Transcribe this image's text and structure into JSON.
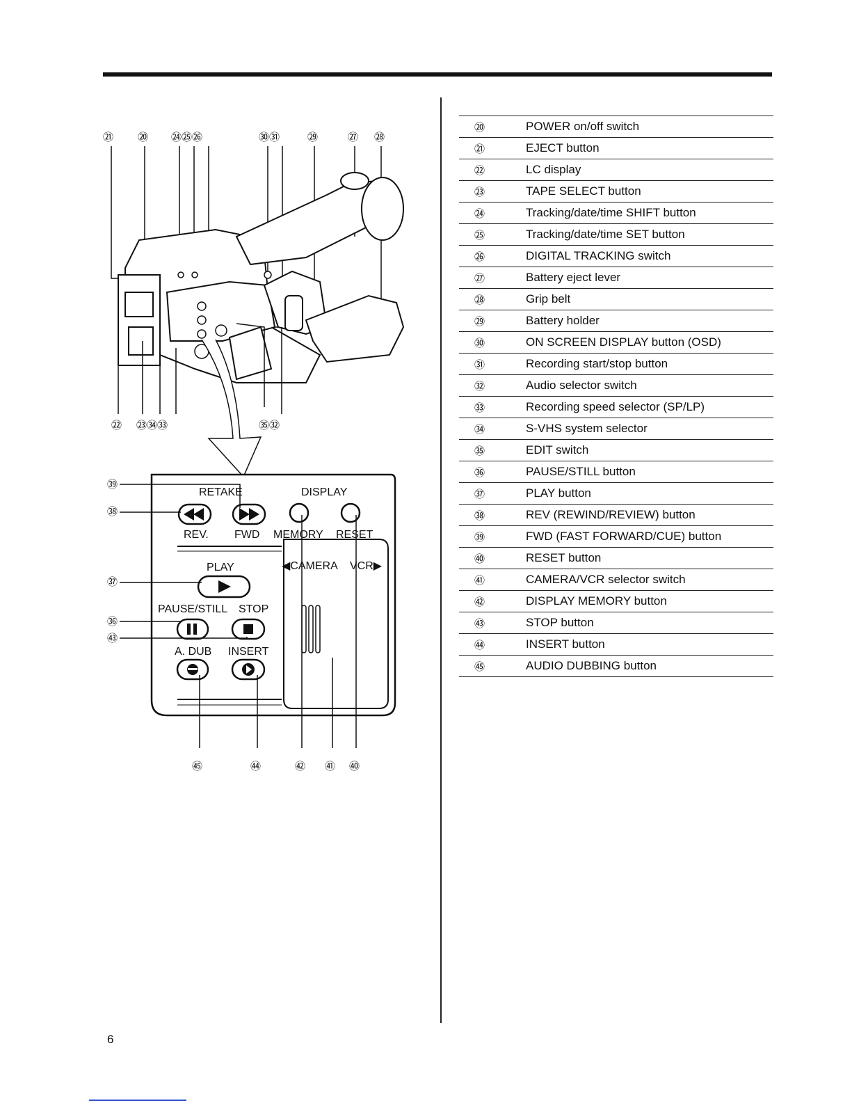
{
  "page_number": "6",
  "legend": [
    {
      "num": "⑳",
      "text": "POWER on/off switch"
    },
    {
      "num": "㉑",
      "text": "EJECT button"
    },
    {
      "num": "㉒",
      "text": "LC display"
    },
    {
      "num": "㉓",
      "text": "TAPE SELECT button"
    },
    {
      "num": "㉔",
      "text": "Tracking/date/time SHIFT button"
    },
    {
      "num": "㉕",
      "text": "Tracking/date/time SET button"
    },
    {
      "num": "㉖",
      "text": "DIGITAL TRACKING switch"
    },
    {
      "num": "㉗",
      "text": "Battery eject lever"
    },
    {
      "num": "㉘",
      "text": "Grip belt"
    },
    {
      "num": "㉙",
      "text": "Battery holder"
    },
    {
      "num": "㉚",
      "text": "ON SCREEN DISPLAY button (OSD)"
    },
    {
      "num": "㉛",
      "text": "Recording start/stop button"
    },
    {
      "num": "㉜",
      "text": "Audio selector switch"
    },
    {
      "num": "㉝",
      "text": "Recording speed selector (SP/LP)"
    },
    {
      "num": "㉞",
      "text": "S-VHS system selector"
    },
    {
      "num": "㉟",
      "text": "EDIT switch"
    },
    {
      "num": "㊱",
      "text": "PAUSE/STILL button"
    },
    {
      "num": "㊲",
      "text": "PLAY button"
    },
    {
      "num": "㊳",
      "text": "REV (REWIND/REVIEW) button"
    },
    {
      "num": "㊴",
      "text": "FWD (FAST FORWARD/CUE) button"
    },
    {
      "num": "㊵",
      "text": "RESET button"
    },
    {
      "num": "㊶",
      "text": "CAMERA/VCR selector switch"
    },
    {
      "num": "㊷",
      "text": "DISPLAY MEMORY button"
    },
    {
      "num": "㊸",
      "text": "STOP button"
    },
    {
      "num": "㊹",
      "text": "INSERT button"
    },
    {
      "num": "㊺",
      "text": "AUDIO DUBBING button"
    }
  ],
  "diagram": {
    "top_callouts": [
      "㉑",
      "⑳",
      "㉔㉕㉖",
      "㉚㉛",
      "㉙",
      "㉗",
      "㉘"
    ],
    "bottom_callouts": [
      "㉒",
      "㉓㉞㉝",
      "㉟㉜"
    ],
    "panel_callouts_left": [
      "㊴",
      "㊳",
      "㊲",
      "㊱",
      "㊸"
    ],
    "panel_callouts_bottom": [
      "㊺",
      "㊹",
      "㊷",
      "㊶",
      "㊵"
    ],
    "panel_labels": {
      "retake": "RETAKE",
      "display": "DISPLAY",
      "rev": "REV.",
      "fwd": "FWD",
      "memory": "MEMORY",
      "reset": "RESET",
      "play": "PLAY",
      "camera": "◀CAMERA",
      "vcr": "VCR▶",
      "pause_still": "PAUSE/STILL",
      "stop": "STOP",
      "a_dub": "A. DUB",
      "insert": "INSERT"
    }
  }
}
